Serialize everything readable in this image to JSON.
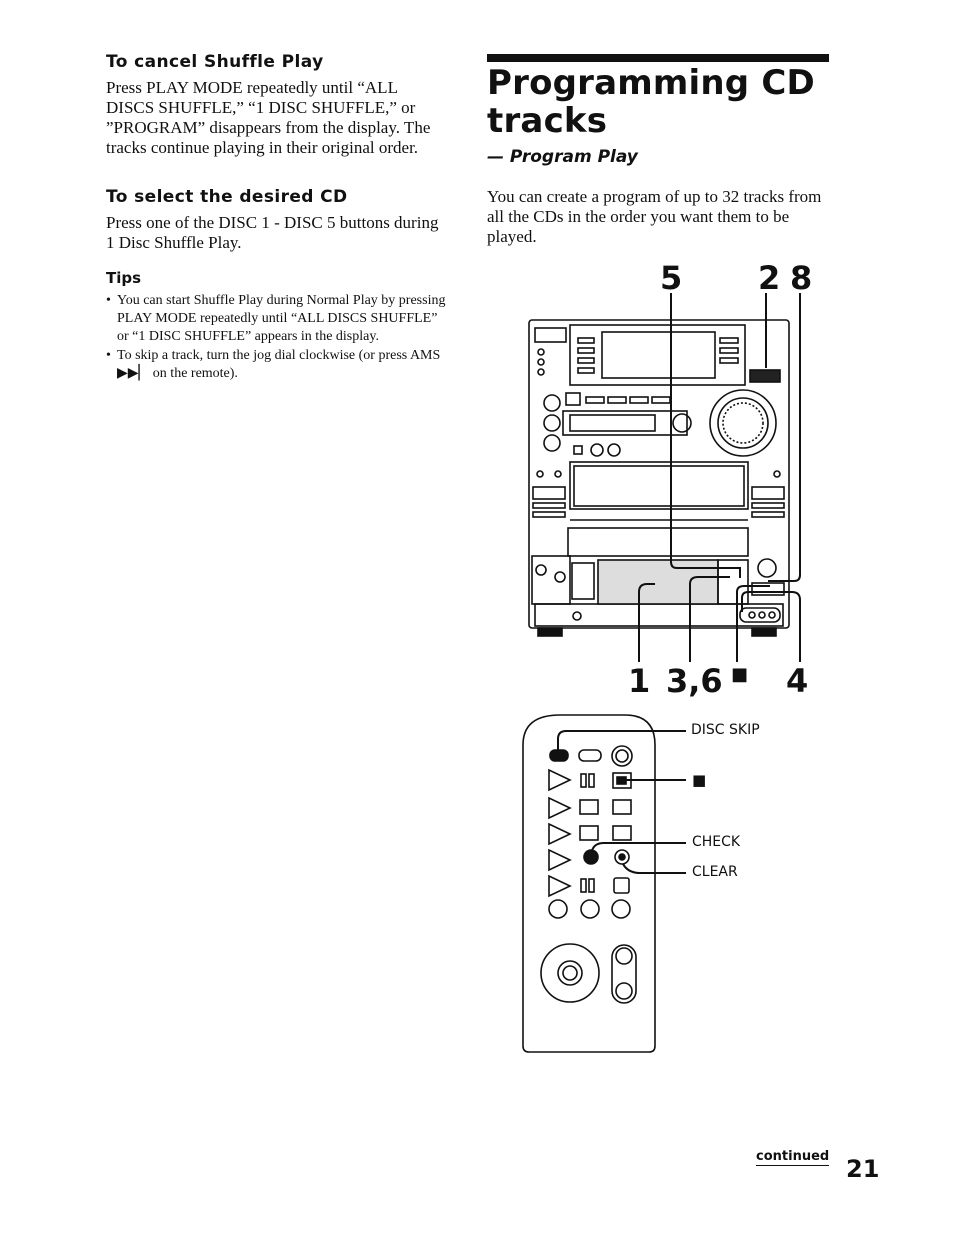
{
  "left": {
    "cancel_heading": "To cancel Shuffle Play",
    "cancel_text": "Press PLAY MODE repeatedly until “ALL DISCS SHUFFLE,” “1 DISC SHUFFLE,” or ”PROGRAM” disappears from the display. The tracks continue playing in their original order.",
    "select_heading": "To select the desired CD",
    "select_text": "Press one of the DISC 1 - DISC 5 buttons during 1 Disc Shuffle Play.",
    "tips_heading": "Tips",
    "tips": [
      "You can start Shuffle Play during Normal Play by pressing PLAY MODE repeatedly until “ALL DISCS SHUFFLE” or “1 DISC SHUFFLE” appears in the display.",
      "To skip a track, turn the jog dial clockwise (or press AMS ▶▶▏ on the remote)."
    ]
  },
  "right": {
    "title": "Programming CD tracks",
    "subtitle": "— Program Play",
    "intro": "You can create a program of up to 32 tracks from all the CDs in the order you want them to be played."
  },
  "figure": {
    "top_steps": {
      "a": "5",
      "b": "2",
      "c": "8"
    },
    "bottom_steps": {
      "a": "1",
      "b": "3,6",
      "c": "■",
      "d": "4"
    },
    "remote_labels": {
      "disc_skip": "DISC SKIP",
      "stop": "■",
      "check": "CHECK",
      "clear": "CLEAR"
    }
  },
  "footer": {
    "continued": "continued",
    "page_number": "21"
  }
}
